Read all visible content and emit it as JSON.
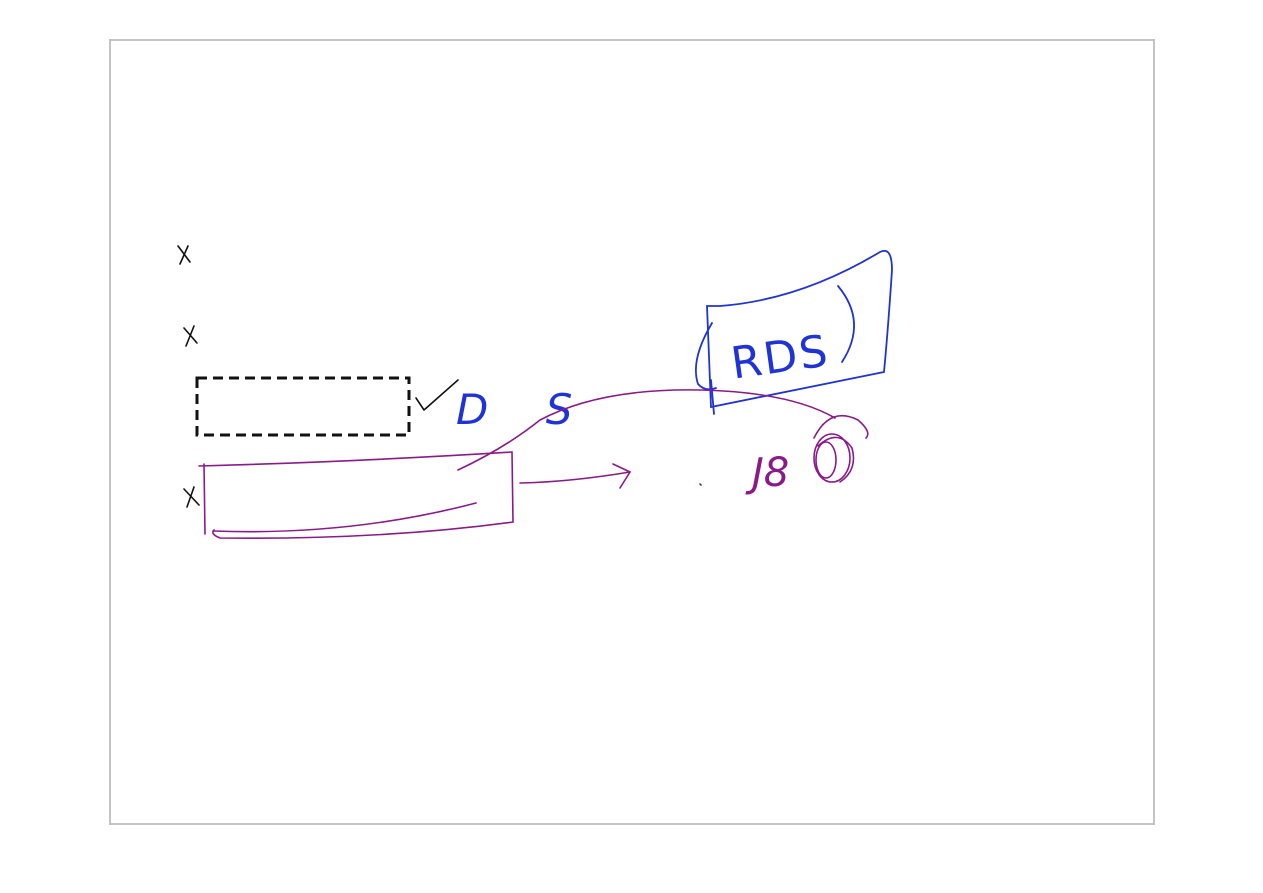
{
  "whiteboard": {
    "colors": {
      "frame": "#c4c4c4",
      "ink_black": "#111111",
      "ink_blue": "#1f33d6",
      "ink_purple": "#8a1a8a"
    },
    "labels": {
      "blue_note": "D S",
      "blue_box_label": "RDS",
      "purple_note": "J8"
    }
  }
}
